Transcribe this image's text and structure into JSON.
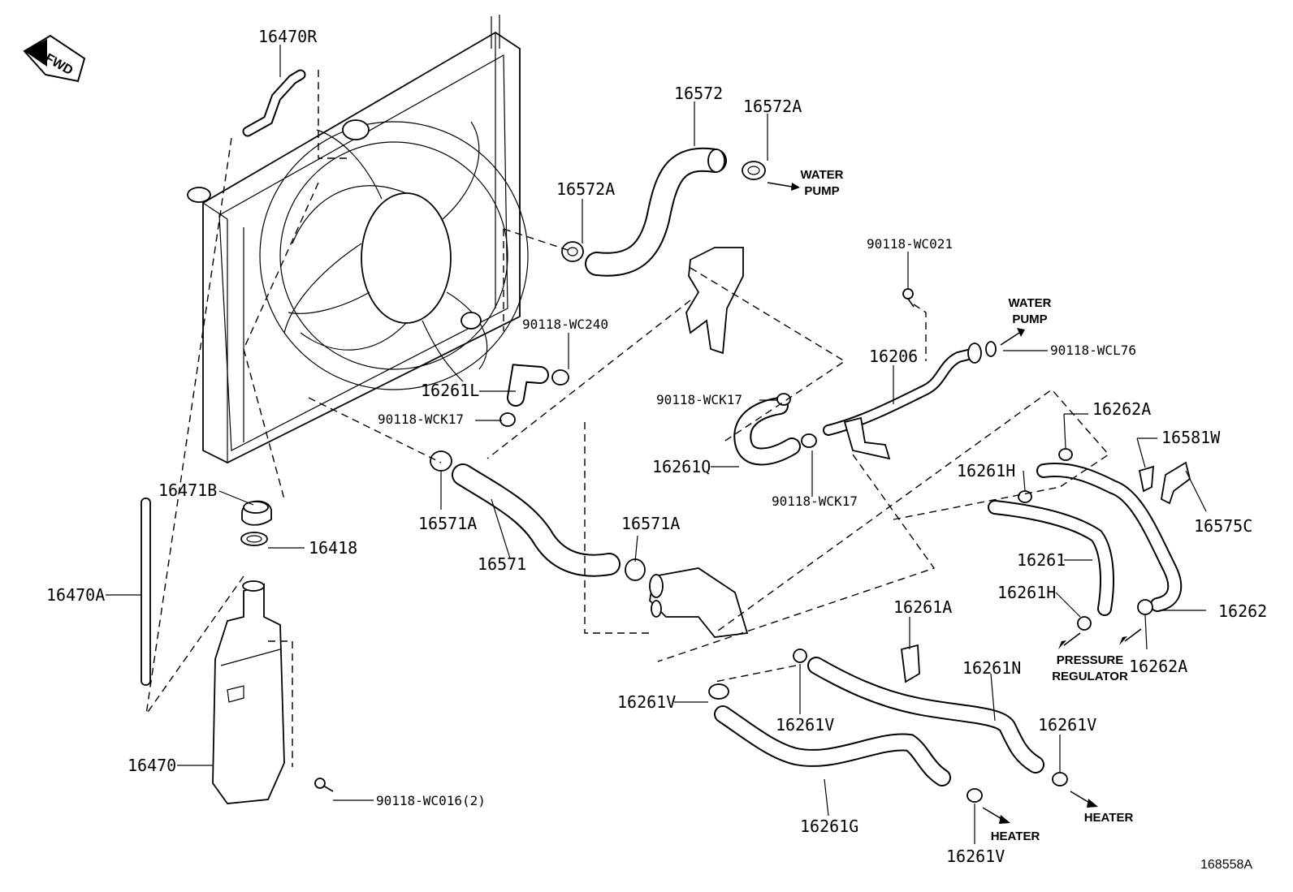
{
  "figure": {
    "reference_number": "168558A",
    "fwd_text": "FWD"
  },
  "destinations": {
    "water_pump_top": "WATER\nPUMP",
    "water_pump_right": "WATER\nPUMP",
    "pressure_regulator": "PRESSURE\nREGULATOR",
    "heater_center": "HEATER",
    "heater_right": "HEATER"
  },
  "labels": {
    "p16470R": "16470R",
    "p16572": "16572",
    "p16572A_top": "16572A",
    "p16572A_mid": "16572A",
    "p90118_WC021": "90118-WC021",
    "p90118_WCL76": "90118-WCL76",
    "p16206": "16206",
    "p90118_WC240": "90118-WC240",
    "p16261L": "16261L",
    "p90118_WCK17_a": "90118-WCK17",
    "p90118_WCK17_b": "90118-WCK17",
    "p90118_WCK17_c": "90118-WCK17",
    "p16261Q": "16261Q",
    "p16262A_top": "16262A",
    "p16581W": "16581W",
    "p16261H_top": "16261H",
    "p16575C": "16575C",
    "p16471B": "16471B",
    "p16418": "16418",
    "p16571A_left": "16571A",
    "p16571": "16571",
    "p16571A_mid": "16571A",
    "p16261": "16261",
    "p16261H_low": "16261H",
    "p16262": "16262",
    "p16262A_low": "16262A",
    "p16470A": "16470A",
    "p16261A": "16261A",
    "p16261V_a": "16261V",
    "p16261V_b": "16261V",
    "p16261N": "16261N",
    "p16261V_c": "16261V",
    "p16470": "16470",
    "p90118_WC016": "90118-WC016(2)",
    "p16261G": "16261G",
    "p16261V_d": "16261V"
  }
}
